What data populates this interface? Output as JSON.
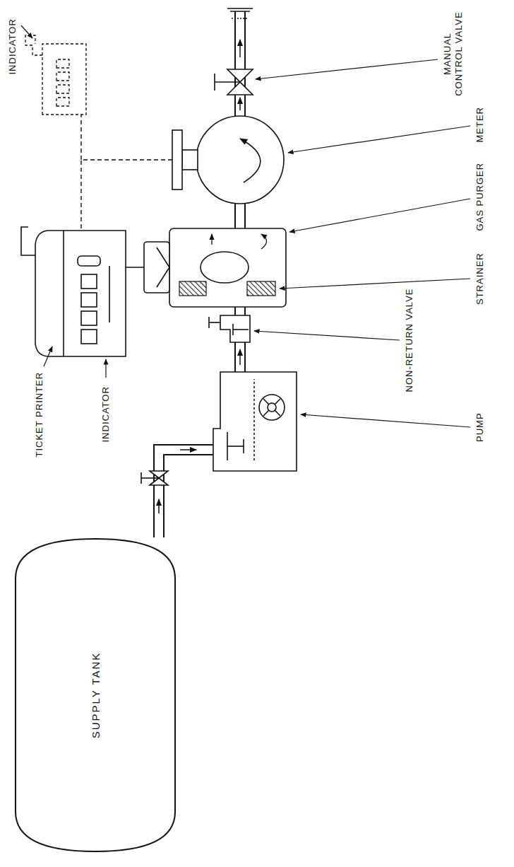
{
  "diagram": {
    "nodes": [
      {
        "text": [
          "SUPPLY TANK"
        ]
      }
    ],
    "labels": [
      "PUMP",
      "NON-RETURN VALVE",
      "STRAINER",
      "GAS PURGER",
      "METER",
      "MANUAL CONTROL VALVE",
      "TICKET PRINTER",
      "INDICATOR",
      "INDICATOR"
    ]
  }
}
